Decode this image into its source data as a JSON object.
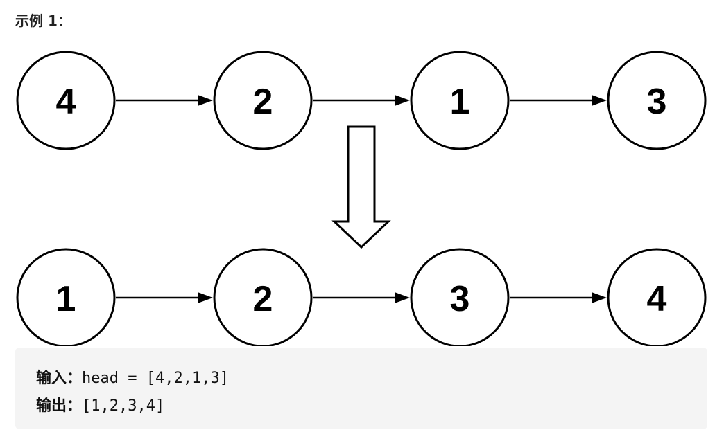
{
  "heading": "示例 1：",
  "input_list": [
    "4",
    "2",
    "1",
    "3"
  ],
  "output_list": [
    "1",
    "2",
    "3",
    "4"
  ],
  "code": {
    "input_label": "输入：",
    "input_value": "head = [4,2,1,3]",
    "output_label": "输出：",
    "output_value": "[1,2,3,4]"
  }
}
